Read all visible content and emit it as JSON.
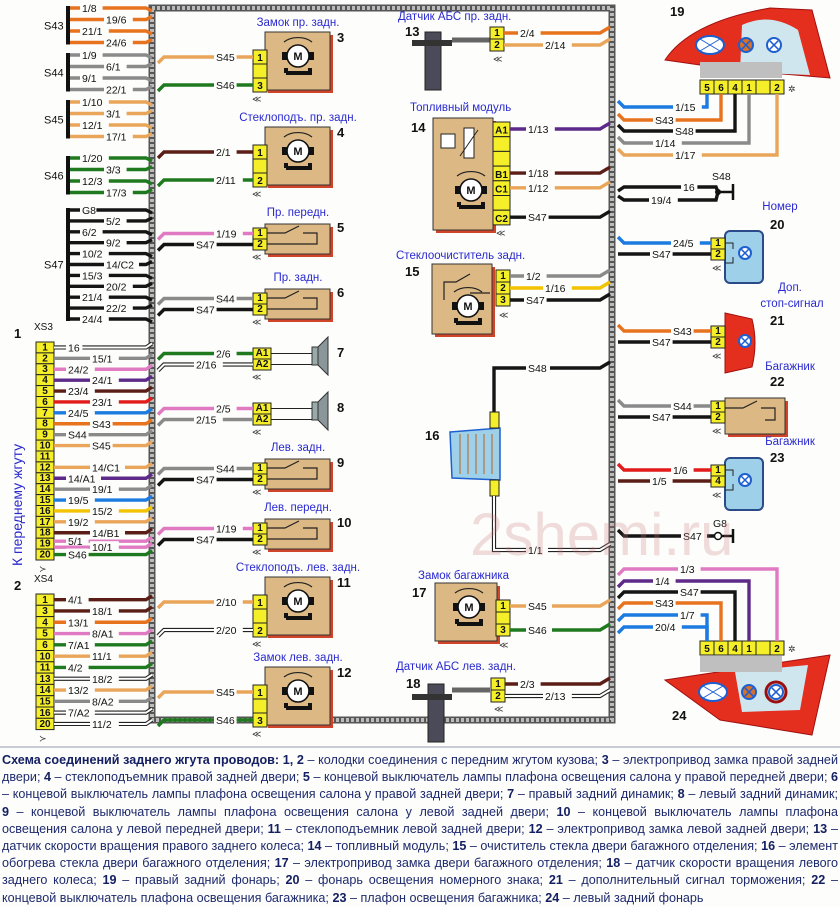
{
  "colors": {
    "orange": "#e8731e",
    "gray": "#8a8a8a",
    "lightorange": "#e9a65a",
    "green": "#1f7a1f",
    "black": "#151515",
    "pink": "#e07ac2",
    "violet": "#5e2a8a",
    "brown": "#5a1e16",
    "red": "#e21b1b",
    "blue": "#1c7be0",
    "yellow": "#f2c300",
    "white": "#ffffff",
    "label_blue": "#2a2ad0",
    "connector": "#f5ef2a",
    "component_fill": "#dcb984",
    "lamp_red": "#e42e1e"
  },
  "splices": [
    {
      "name": "S43",
      "color": "orange",
      "wires": [
        "1/8",
        "19/6",
        "21/1",
        "24/6"
      ]
    },
    {
      "name": "S44",
      "color": "gray",
      "wires": [
        "1/9",
        "6/1",
        "9/1",
        "22/1"
      ]
    },
    {
      "name": "S45",
      "color": "lightorange",
      "wires": [
        "1/10",
        "3/1",
        "12/1",
        "17/1"
      ]
    },
    {
      "name": "S46",
      "color": "green",
      "wires": [
        "1/20",
        "3/3",
        "12/3",
        "17/3"
      ]
    },
    {
      "name": "S47",
      "color": "black",
      "wires": [
        "G8",
        "5/2",
        "6/2",
        "9/2",
        "10/2",
        "14/C2",
        "15/3",
        "20/2",
        "21/4",
        "22/2",
        "24/4"
      ]
    }
  ],
  "connectors": [
    {
      "id": "1",
      "name": "XS3",
      "side_label": "К переднему жгуту",
      "pins": [
        {
          "pin": "1",
          "wire": "16",
          "color": "white"
        },
        {
          "pin": "2",
          "wire": "15/1",
          "color": "gray"
        },
        {
          "pin": "3",
          "wire": "24/2",
          "color": "pink"
        },
        {
          "pin": "4",
          "wire": "24/1",
          "color": "violet"
        },
        {
          "pin": "5",
          "wire": "23/4",
          "color": "brown"
        },
        {
          "pin": "6",
          "wire": "23/1",
          "color": "red"
        },
        {
          "pin": "7",
          "wire": "24/5",
          "color": "blue"
        },
        {
          "pin": "8",
          "wire": "S43",
          "color": "orange"
        },
        {
          "pin": "9",
          "wire": "S44",
          "color": "gray"
        },
        {
          "pin": "10",
          "wire": "S45",
          "color": "lightorange"
        },
        {
          "pin": "11",
          "wire": "",
          "color": ""
        },
        {
          "pin": "12",
          "wire": "14/C1",
          "color": "lightorange"
        },
        {
          "pin": "13",
          "wire": "14/A1",
          "color": "violet"
        },
        {
          "pin": "14",
          "wire": "19/1",
          "color": "gray"
        },
        {
          "pin": "15",
          "wire": "19/5",
          "color": "blue"
        },
        {
          "pin": "16",
          "wire": "15/2",
          "color": "yellow"
        },
        {
          "pin": "17",
          "wire": "19/2",
          "color": "lightorange"
        },
        {
          "pin": "18",
          "wire": "14/B1",
          "color": "brown"
        },
        {
          "pin": "19",
          "wire": "5/1",
          "color": "pink"
        },
        {
          "pin": "19b",
          "wire": "10/1",
          "color": "pink"
        },
        {
          "pin": "20",
          "wire": "S46",
          "color": "green"
        }
      ]
    },
    {
      "id": "2",
      "name": "XS4",
      "pins": [
        {
          "pin": "1",
          "wire": "4/1",
          "color": "brown"
        },
        {
          "pin": "3",
          "wire": "18/1",
          "color": "brown"
        },
        {
          "pin": "4",
          "wire": "13/1",
          "color": "orange"
        },
        {
          "pin": "5",
          "wire": "8/A1",
          "color": "pink"
        },
        {
          "pin": "6",
          "wire": "7/A1",
          "color": "green"
        },
        {
          "pin": "10",
          "wire": "11/1",
          "color": "lightorange"
        },
        {
          "pin": "11",
          "wire": "4/2",
          "color": "green"
        },
        {
          "pin": "13",
          "wire": "18/2",
          "color": "white"
        },
        {
          "pin": "14",
          "wire": "13/2",
          "color": "lightorange"
        },
        {
          "pin": "15",
          "wire": "8/A2",
          "color": "gray"
        },
        {
          "pin": "16",
          "wire": "7/A2",
          "color": "white"
        },
        {
          "pin": "20",
          "wire": "11/2",
          "color": "white"
        }
      ]
    }
  ],
  "components_left": [
    {
      "id": "3",
      "title": "Замок пр. задн.",
      "kind": "motor",
      "pins": [
        {
          "pin": "1",
          "wire": "S45",
          "color": "lightorange"
        },
        {
          "pin": "3",
          "wire": "S46",
          "color": "green"
        }
      ]
    },
    {
      "id": "4",
      "title": "Стеклоподъ. пр. задн.",
      "kind": "motor",
      "pins": [
        {
          "pin": "1",
          "wire": "2/1",
          "color": "brown"
        },
        {
          "pin": "2",
          "wire": "2/11",
          "color": "green"
        }
      ]
    },
    {
      "id": "5",
      "title": "Пр. передн.",
      "kind": "switch",
      "pins": [
        {
          "pin": "1",
          "wire": "1/19",
          "color": "pink"
        },
        {
          "pin": "2",
          "wire": "S47",
          "color": "black"
        }
      ]
    },
    {
      "id": "6",
      "title": "Пр. задн.",
      "kind": "switch",
      "pins": [
        {
          "pin": "1",
          "wire": "S44",
          "color": "gray"
        },
        {
          "pin": "2",
          "wire": "S47",
          "color": "black"
        }
      ]
    },
    {
      "id": "7",
      "title": "",
      "kind": "speaker",
      "pins": [
        {
          "pin": "A1",
          "wire": "2/6",
          "color": "green"
        },
        {
          "pin": "A2",
          "wire": "2/16",
          "color": "white"
        }
      ]
    },
    {
      "id": "8",
      "title": "",
      "kind": "speaker",
      "pins": [
        {
          "pin": "A1",
          "wire": "2/5",
          "color": "pink"
        },
        {
          "pin": "A2",
          "wire": "2/15",
          "color": "gray"
        }
      ]
    },
    {
      "id": "9",
      "title": "Лев. задн.",
      "kind": "switch",
      "pins": [
        {
          "pin": "1",
          "wire": "S44",
          "color": "gray"
        },
        {
          "pin": "2",
          "wire": "S47",
          "color": "black"
        }
      ]
    },
    {
      "id": "10",
      "title": "Лев. передн.",
      "kind": "switch",
      "pins": [
        {
          "pin": "1",
          "wire": "1/19",
          "color": "pink"
        },
        {
          "pin": "2",
          "wire": "S47",
          "color": "black"
        }
      ]
    },
    {
      "id": "11",
      "title": "Стеклоподъ. лев. задн.",
      "kind": "motor",
      "pins": [
        {
          "pin": "1",
          "wire": "2/10",
          "color": "lightorange"
        },
        {
          "pin": "2",
          "wire": "2/20",
          "color": "white"
        }
      ]
    },
    {
      "id": "12",
      "title": "Замок лев. задн.",
      "kind": "motor",
      "pins": [
        {
          "pin": "1",
          "wire": "S45",
          "color": "lightorange"
        },
        {
          "pin": "3",
          "wire": "S46",
          "color": "green"
        }
      ]
    }
  ],
  "components_center": [
    {
      "id": "13",
      "title": "Датчик АБС пр. задн.",
      "kind": "abs",
      "pins": [
        {
          "pin": "1",
          "wire": "2/4",
          "color": "orange"
        },
        {
          "pin": "2",
          "wire": "2/14",
          "color": "lightorange"
        }
      ]
    },
    {
      "id": "14",
      "title": "Топливный модуль",
      "kind": "fuel",
      "pins": [
        {
          "pin": "A1",
          "wire": "1/13",
          "color": "violet"
        },
        {
          "pin": "B1",
          "wire": "1/18",
          "color": "brown"
        },
        {
          "pin": "C1",
          "wire": "1/12",
          "color": "lightorange"
        },
        {
          "pin": "C2",
          "wire": "S47",
          "color": "black"
        }
      ]
    },
    {
      "id": "15",
      "title": "Стеклоочиститель задн.",
      "kind": "wiper",
      "pins": [
        {
          "pin": "1",
          "wire": "1/2",
          "color": "gray"
        },
        {
          "pin": "2",
          "wire": "1/16",
          "color": "yellow"
        },
        {
          "pin": "3",
          "wire": "S47",
          "color": "black"
        }
      ]
    },
    {
      "id": "16",
      "title": "",
      "kind": "heater",
      "pins": [
        {
          "pin": "top",
          "wire": "S48",
          "color": "black"
        },
        {
          "pin": "bottom",
          "wire": "1/1",
          "color": "white"
        }
      ]
    },
    {
      "id": "17",
      "title": "Замок багажника",
      "kind": "motor",
      "pins": [
        {
          "pin": "1",
          "wire": "S45",
          "color": "lightorange"
        },
        {
          "pin": "3",
          "wire": "S46",
          "color": "green"
        }
      ]
    },
    {
      "id": "18",
      "title": "Датчик АБС лев. задн.",
      "kind": "abs",
      "pins": [
        {
          "pin": "1",
          "wire": "2/3",
          "color": "brown"
        },
        {
          "pin": "2",
          "wire": "2/13",
          "color": "white"
        }
      ]
    }
  ],
  "components_right": [
    {
      "id": "19",
      "title": "",
      "kind": "taillamp_top",
      "pin_order": [
        "5",
        "6",
        "4",
        "1",
        "",
        "2"
      ],
      "wires": [
        {
          "pin": "5",
          "wire": "1/15",
          "color": "blue"
        },
        {
          "pin": "6",
          "wire": "S43",
          "color": "orange"
        },
        {
          "pin": "4",
          "wire": "S48",
          "color": "black"
        },
        {
          "pin": "1",
          "wire": "1/14",
          "color": "gray"
        },
        {
          "pin": "2",
          "wire": "1/17",
          "color": "lightorange"
        }
      ]
    },
    {
      "id": "S48",
      "title": "",
      "kind": "ground_splice",
      "label": "S48",
      "wires": [
        {
          "wire": "16",
          "color": "black"
        },
        {
          "wire": "19/4",
          "color": "black"
        }
      ]
    },
    {
      "id": "20",
      "title": "Номер",
      "kind": "lamp_box",
      "pins": [
        {
          "pin": "1",
          "wire": "24/5",
          "color": "blue"
        },
        {
          "pin": "2",
          "wire": "S47",
          "color": "black"
        }
      ]
    },
    {
      "id": "21",
      "title": "Доп. стоп-сигнал",
      "kind": "stop_lamp",
      "pins": [
        {
          "pin": "1",
          "wire": "S43",
          "color": "orange"
        },
        {
          "pin": "2",
          "wire": "S47",
          "color": "black"
        }
      ]
    },
    {
      "id": "22",
      "title": "Багажник",
      "kind": "switch",
      "pins": [
        {
          "pin": "1",
          "wire": "S44",
          "color": "gray"
        },
        {
          "pin": "2",
          "wire": "S47",
          "color": "black"
        }
      ]
    },
    {
      "id": "23",
      "title": "Багажник",
      "kind": "lamp_box",
      "pins": [
        {
          "pin": "1",
          "wire": "1/6",
          "color": "red"
        },
        {
          "pin": "4",
          "wire": "1/5",
          "color": "brown"
        }
      ]
    },
    {
      "id": "G8",
      "title": "",
      "kind": "ground",
      "label": "G8",
      "wires": [
        {
          "wire": "S47",
          "color": "black"
        }
      ]
    },
    {
      "id": "24",
      "title": "",
      "kind": "taillamp_bottom",
      "pin_order": [
        "5",
        "6",
        "4",
        "1",
        "",
        "2"
      ],
      "wires": [
        {
          "pin": "2",
          "wire": "1/3",
          "color": "pink"
        },
        {
          "pin": "1",
          "wire": "1/4",
          "color": "violet"
        },
        {
          "pin": "4",
          "wire": "S47",
          "color": "black"
        },
        {
          "pin": "6",
          "wire": "S43",
          "color": "orange"
        },
        {
          "pin": "5",
          "wire": "1/7",
          "color": "blue"
        },
        {
          "pin": "5b",
          "wire": "20/4",
          "color": "blue"
        }
      ]
    }
  ],
  "watermark": "2shemi.ru",
  "caption": [
    {
      "b": "Схема соединений заднего жгута проводов: 1, 2",
      "t": " – колодки соединения с передним жгутом кузова; "
    },
    {
      "b": "3",
      "t": " – электропривод замка правой задней двери; "
    },
    {
      "b": "4",
      "t": " – стеклоподъемник правой задней двери; "
    },
    {
      "b": "5",
      "t": " – концевой выключатель лампы плафона освещения салона у правой передней двери; "
    },
    {
      "b": "6",
      "t": " – концевой выключатель лампы плафона освещения салона у правой задней двери; "
    },
    {
      "b": "7",
      "t": " – правый задний динамик; "
    },
    {
      "b": "8",
      "t": " – левый задний динамик; "
    },
    {
      "b": "9",
      "t": " – концевой выключатель лампы плафона освещения салона у левой задней двери; "
    },
    {
      "b": "10",
      "t": " – концевой выключатель лампы плафона освещения салона у левой передней двери; "
    },
    {
      "b": "11",
      "t": " – стеклоподъемник левой задней двери; "
    },
    {
      "b": "12",
      "t": " – электропривод замка левой задней двери; "
    },
    {
      "b": "13",
      "t": " – датчик скорости вращения правого заднего колеса; "
    },
    {
      "b": "14",
      "t": " – топливный модуль; "
    },
    {
      "b": "15",
      "t": " – очиститель стекла двери багажного отделения; "
    },
    {
      "b": "16",
      "t": " – элемент обогрева стекла двери багажного отделения; "
    },
    {
      "b": "17",
      "t": " – электропривод замка двери багажного отделения; "
    },
    {
      "b": "18",
      "t": " – датчик скорости вращения левого заднего колеса; "
    },
    {
      "b": "19",
      "t": " – правый задний фонарь; "
    },
    {
      "b": "20",
      "t": " – фонарь освещения номерного знака; "
    },
    {
      "b": "21",
      "t": " – дополнительный сигнал торможения; "
    },
    {
      "b": "22",
      "t": " – концевой выключатель плафона освещения багажника; "
    },
    {
      "b": "23",
      "t": " – плафон освещения багажника; "
    },
    {
      "b": "24",
      "t": " – левый задний фонарь"
    }
  ]
}
